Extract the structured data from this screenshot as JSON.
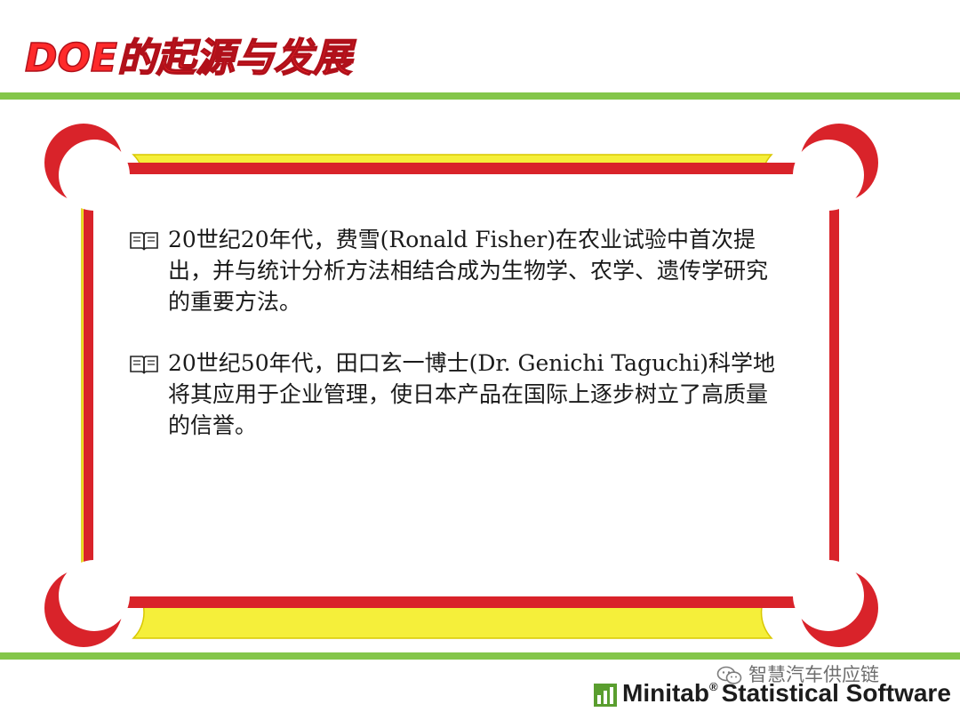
{
  "slide": {
    "title": "DOE的起源与发展",
    "bullets": [
      {
        "icon": "book-icon",
        "text": "20世纪20年代，费雪(Ronald Fisher)在农业试验中首次提出，并与统计分析方法相结合成为生物学、农学、遗传学研究的重要方法。"
      },
      {
        "icon": "book-icon",
        "text": "20世纪50年代，田口玄一博士(Dr. Genichi Taguchi)科学地将其应用于企业管理，使日本产品在国际上逐步树立了高质量的信誉。"
      }
    ]
  },
  "watermark": {
    "text": "智慧汽车供应链",
    "icon": "wechat-icon"
  },
  "footer": {
    "brand": "Minitab",
    "registered": "®",
    "tagline": "Statistical Software",
    "logo_icon": "minitab-logo-icon"
  },
  "colors": {
    "title": "#ff2a2a",
    "rule": "#84c64a",
    "frame_red": "#d9232a",
    "frame_yellow": "#f5ef3a",
    "text": "#1a1a1a"
  }
}
